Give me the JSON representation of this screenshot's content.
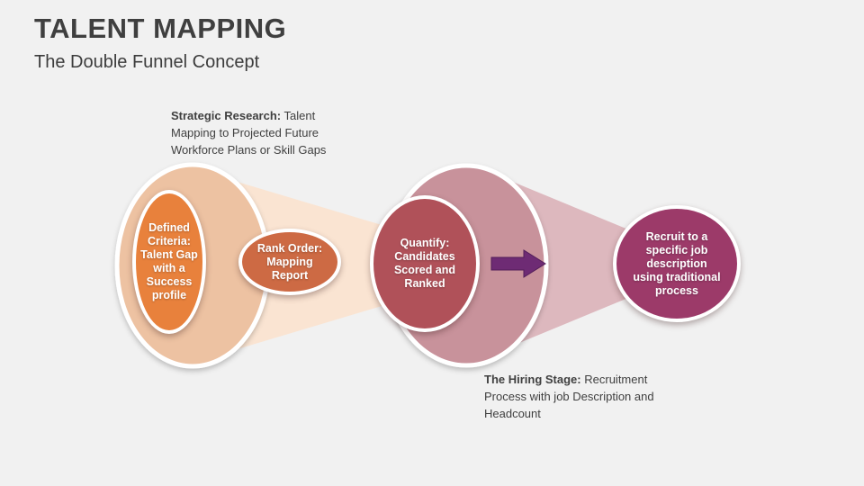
{
  "slide": {
    "title": "TALENT MAPPING",
    "subtitle": "The Double Funnel Concept"
  },
  "annotations": {
    "strategic_research": {
      "lead": "Strategic Research:",
      "body": "Talent Mapping to Projected Future Workforce Plans or Skill Gaps"
    },
    "hiring_stage": {
      "lead": "The Hiring Stage:",
      "body": "Recruitment Process with job Description and Headcount"
    }
  },
  "stages": {
    "defined_criteria": "Defined Criteria: Talent Gap with a Success profile",
    "rank_order": "Rank Order: Mapping Report",
    "quantify": "Quantify: Candidates Scored and Ranked",
    "recruit": "Recruit to a specific job description using traditional process"
  },
  "colors": {
    "background": "#F1F1F1",
    "title_text": "#3F3F3F",
    "annotation_text": "#404040",
    "left_funnel_cone": "#FAE4D2",
    "left_funnel_ellipse": "#EDC2A2",
    "right_funnel_cone": "#DDB8BE",
    "right_funnel_ellipse": "#C8929B",
    "stage_defined_criteria": "#E8813C",
    "stage_rank_order": "#CD6A44",
    "stage_quantify": "#B05159",
    "stage_recruit": "#9C3A69",
    "arrow": "#6E2B74",
    "arrow_outline": "#521E59",
    "ellipse_border": "#FFFFFF"
  }
}
